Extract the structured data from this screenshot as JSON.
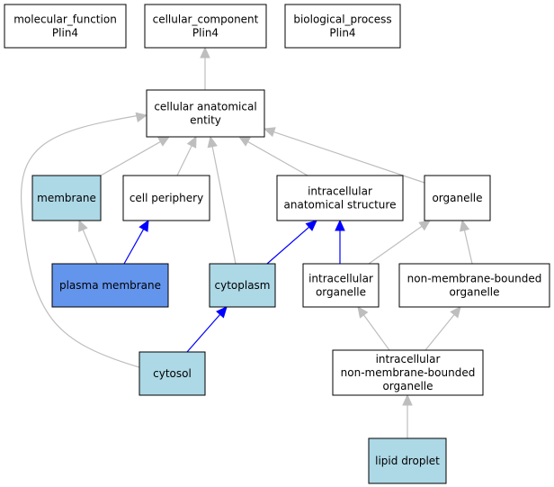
{
  "colors": {
    "default_fill": "#ffffff",
    "light_blue_fill": "#add8e6",
    "highlight_fill": "#6495ed",
    "edge_gray": "#bebebe",
    "edge_blue": "#0000ff"
  },
  "nodes": {
    "molecular_function": {
      "lines": [
        "molecular_function",
        "Plin4"
      ],
      "fill": "default"
    },
    "cellular_component": {
      "lines": [
        "cellular_component",
        "Plin4"
      ],
      "fill": "default"
    },
    "biological_process": {
      "lines": [
        "biological_process",
        "Plin4"
      ],
      "fill": "default"
    },
    "cellular_anatomical_entity": {
      "lines": [
        "cellular anatomical",
        "entity"
      ],
      "fill": "default"
    },
    "membrane": {
      "lines": [
        "membrane"
      ],
      "fill": "light_blue"
    },
    "cell_periphery": {
      "lines": [
        "cell periphery"
      ],
      "fill": "default"
    },
    "intracellular_anatomical_structure": {
      "lines": [
        "intracellular",
        "anatomical structure"
      ],
      "fill": "default"
    },
    "organelle": {
      "lines": [
        "organelle"
      ],
      "fill": "default"
    },
    "plasma_membrane": {
      "lines": [
        "plasma membrane"
      ],
      "fill": "highlight"
    },
    "cytoplasm": {
      "lines": [
        "cytoplasm"
      ],
      "fill": "light_blue"
    },
    "intracellular_organelle": {
      "lines": [
        "intracellular",
        "organelle"
      ],
      "fill": "default"
    },
    "non_membrane_bounded_organelle": {
      "lines": [
        "non-membrane-bounded",
        "organelle"
      ],
      "fill": "default"
    },
    "cytosol": {
      "lines": [
        "cytosol"
      ],
      "fill": "light_blue"
    },
    "intracellular_non_membrane_bounded_organelle": {
      "lines": [
        "intracellular",
        "non-membrane-bounded",
        "organelle"
      ],
      "fill": "default"
    },
    "lipid_droplet": {
      "lines": [
        "lipid droplet"
      ],
      "fill": "light_blue"
    }
  },
  "edges": [
    {
      "from": "cellular_anatomical_entity",
      "to": "cellular_component",
      "color": "gray"
    },
    {
      "from": "membrane",
      "to": "cellular_anatomical_entity",
      "color": "gray"
    },
    {
      "from": "cell_periphery",
      "to": "cellular_anatomical_entity",
      "color": "gray"
    },
    {
      "from": "cytoplasm",
      "to": "cellular_anatomical_entity",
      "color": "gray"
    },
    {
      "from": "intracellular_anatomical_structure",
      "to": "cellular_anatomical_entity",
      "color": "gray"
    },
    {
      "from": "organelle",
      "to": "cellular_anatomical_entity",
      "color": "gray"
    },
    {
      "from": "cytosol",
      "to": "cellular_anatomical_entity",
      "color": "gray"
    },
    {
      "from": "plasma_membrane",
      "to": "membrane",
      "color": "gray"
    },
    {
      "from": "plasma_membrane",
      "to": "cell_periphery",
      "color": "blue"
    },
    {
      "from": "cytoplasm",
      "to": "intracellular_anatomical_structure",
      "color": "blue"
    },
    {
      "from": "intracellular_organelle",
      "to": "intracellular_anatomical_structure",
      "color": "blue"
    },
    {
      "from": "intracellular_organelle",
      "to": "organelle",
      "color": "gray"
    },
    {
      "from": "non_membrane_bounded_organelle",
      "to": "organelle",
      "color": "gray"
    },
    {
      "from": "cytosol",
      "to": "cytoplasm",
      "color": "blue"
    },
    {
      "from": "intracellular_non_membrane_bounded_organelle",
      "to": "intracellular_organelle",
      "color": "gray"
    },
    {
      "from": "intracellular_non_membrane_bounded_organelle",
      "to": "non_membrane_bounded_organelle",
      "color": "gray"
    },
    {
      "from": "lipid_droplet",
      "to": "intracellular_non_membrane_bounded_organelle",
      "color": "gray"
    }
  ]
}
